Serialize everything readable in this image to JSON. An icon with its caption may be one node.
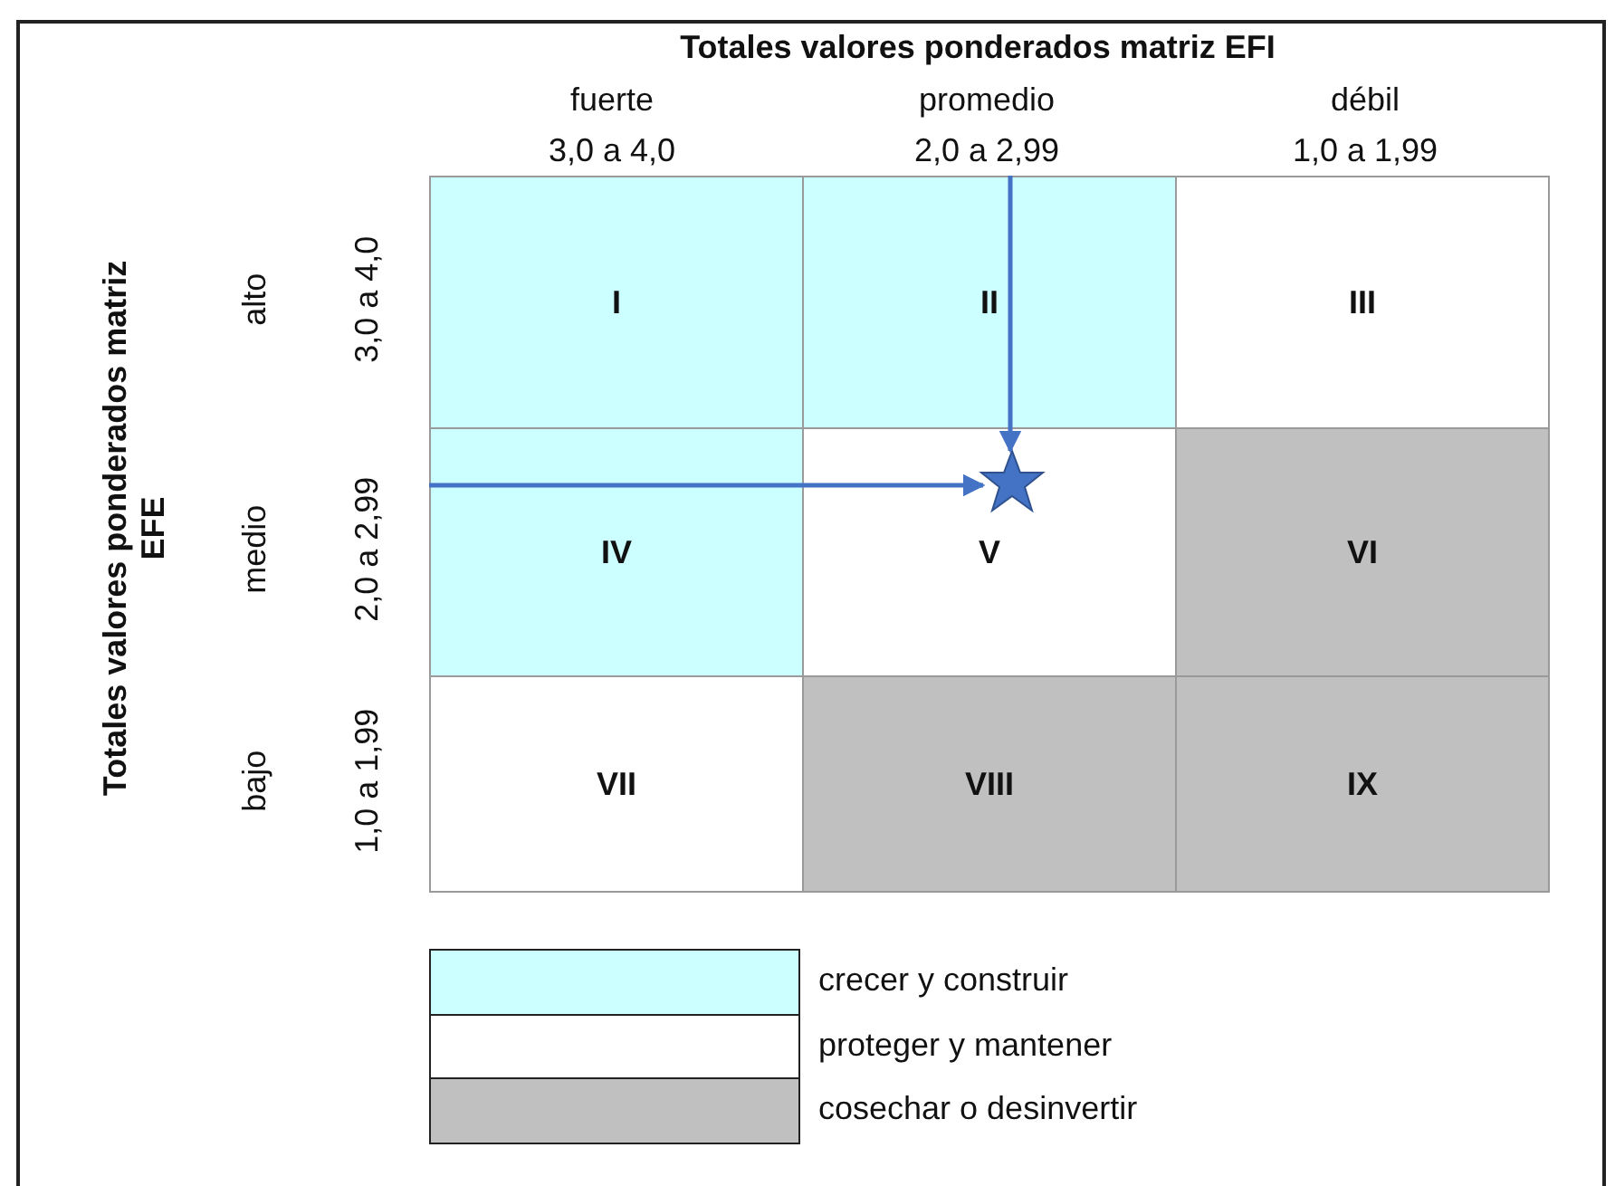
{
  "diagram": {
    "nodes": [
      {
        "text": [
          "I"
        ]
      },
      {
        "text": [
          "II"
        ]
      },
      {
        "text": [
          "III"
        ]
      },
      {
        "text": [
          "IV"
        ]
      },
      {
        "text": [
          "V"
        ]
      },
      {
        "text": [
          "VI"
        ]
      },
      {
        "text": [
          "VII"
        ]
      },
      {
        "text": [
          "VIII"
        ]
      },
      {
        "text": [
          "IX"
        ]
      },
      {
        "text": [],
        "shape": "star",
        "in": 4
      }
    ],
    "edges": [
      {
        "from": 1,
        "to": 9,
        "arrow": "to"
      },
      {
        "from": 3,
        "to": 9,
        "arrow": "to"
      }
    ],
    "labels": [
      "Totales valores ponderados matriz EFI",
      "fuerte",
      "3,0 a 4,0",
      "promedio",
      "2,0 a 2,99",
      "débil",
      "1,0 a 1,99",
      "Totales valores ponderados matriz EFE",
      "alto",
      "3,0 a 4,0",
      "medio",
      "2,0 a 2,99",
      "bajo",
      "1,0 a 1,99"
    ],
    "legend": [
      {
        "text": "crecer y construir",
        "color": "#ccffff"
      },
      {
        "text": "proteger y mantener",
        "color": "#ffffff"
      },
      {
        "text": "cosechar o desinvertir",
        "color": "#c0c0c0"
      }
    ]
  }
}
